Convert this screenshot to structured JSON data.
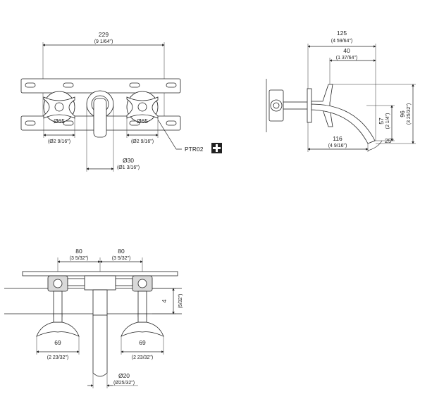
{
  "front_view": {
    "width": "229",
    "width_in": "(9 1/64\")",
    "handle_left_dia": "Ø65",
    "handle_left_dia_in": "(Ø2 9/16\")",
    "handle_right_dia": "Ø65",
    "handle_right_dia_in": "(Ø2 9/16\")",
    "spout_dia": "Ø30",
    "spout_dia_in": "(Ø1 3/16\")",
    "callout": "PTR02",
    "callout_icon": "plus-icon"
  },
  "side_view": {
    "total_depth": "125",
    "total_depth_in": "(4 59/64\")",
    "offset": "40",
    "offset_in": "(1 37/64\")",
    "projection": "116",
    "projection_in": "(4 9/16\")",
    "drop": "57",
    "drop_in": "(2 1/4\")",
    "height": "96",
    "height_in": "(3 25/32\")",
    "angle": "25°"
  },
  "plan_view": {
    "left_spacing": "80",
    "left_spacing_in": "(3 5/32\")",
    "right_spacing": "80",
    "right_spacing_in": "(3 5/32\")",
    "depth": "4",
    "depth_in": "(5/32\")",
    "left_handle": "69",
    "left_handle_in": "(2 23/32\")",
    "right_handle": "69",
    "right_handle_in": "(2 23/32\")",
    "spout_dia": "Ø20",
    "spout_dia_in": "(Ø25/32\")"
  }
}
